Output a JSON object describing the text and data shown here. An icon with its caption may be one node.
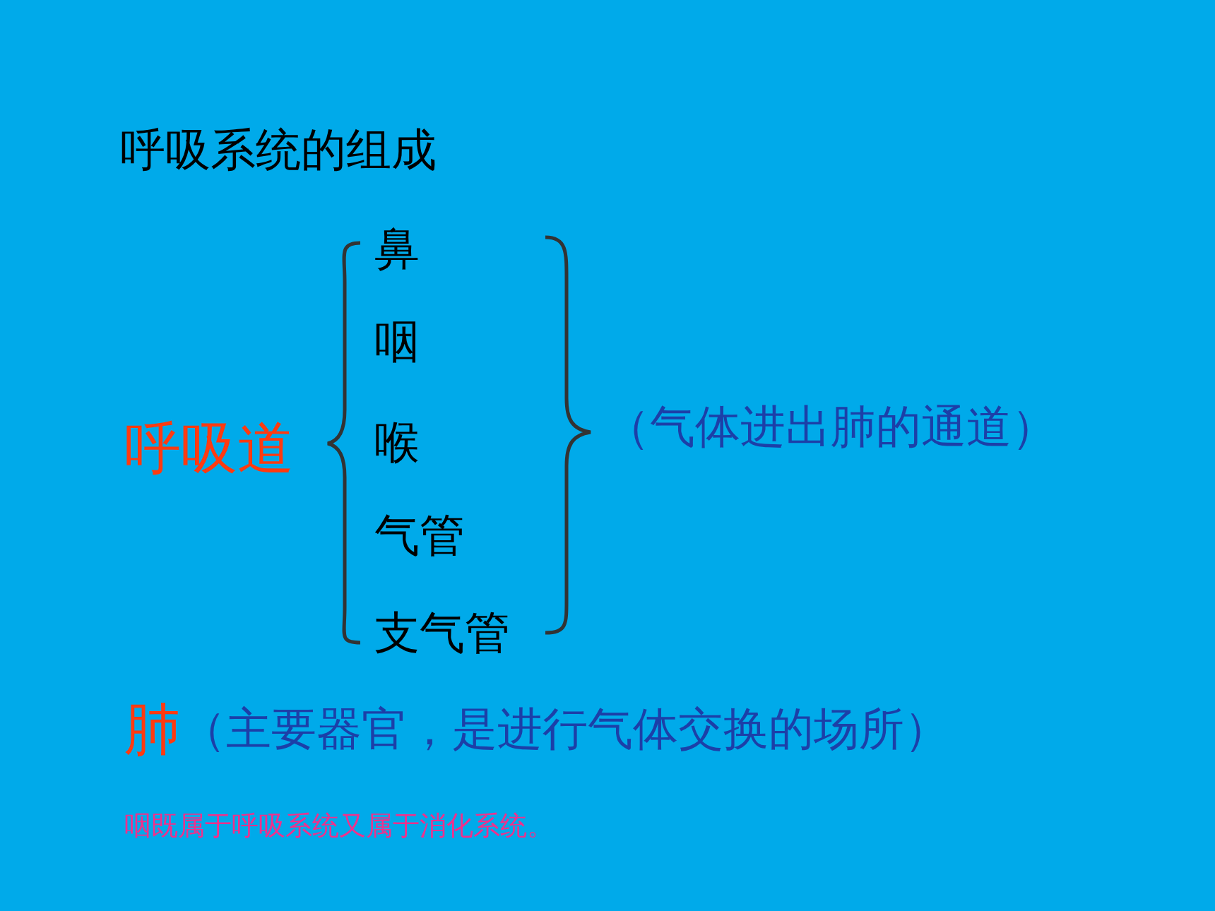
{
  "diagram": {
    "title": "呼吸系统的组成",
    "labels": [
      "呼吸道",
      "鼻",
      "咽",
      "喉",
      "气管",
      "支气管",
      "（气体进出肺的通道）",
      "肺",
      "（主要器官，是进行气体交换的场所）",
      "咽既属于呼吸系统又属于消化系统。"
    ]
  }
}
